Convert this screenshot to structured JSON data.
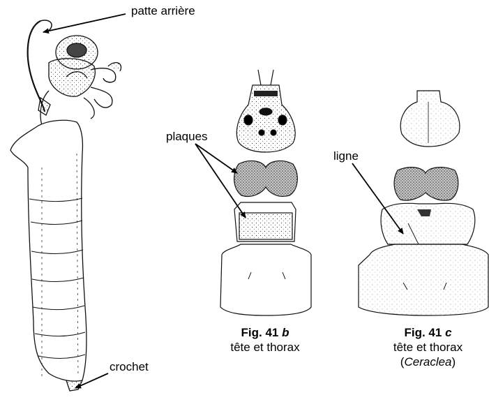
{
  "labels": {
    "patte": "patte arrière",
    "plaques": "plaques",
    "ligne": "ligne",
    "crochet": "crochet"
  },
  "captions": {
    "b": {
      "fig": "Fig. 41",
      "letter": "b",
      "line1": "tête et thorax"
    },
    "c": {
      "fig": "Fig. 41",
      "letter": "c",
      "line1": "tête et thorax",
      "open": "(",
      "genus": "Ceraclea",
      "close": ")"
    }
  }
}
